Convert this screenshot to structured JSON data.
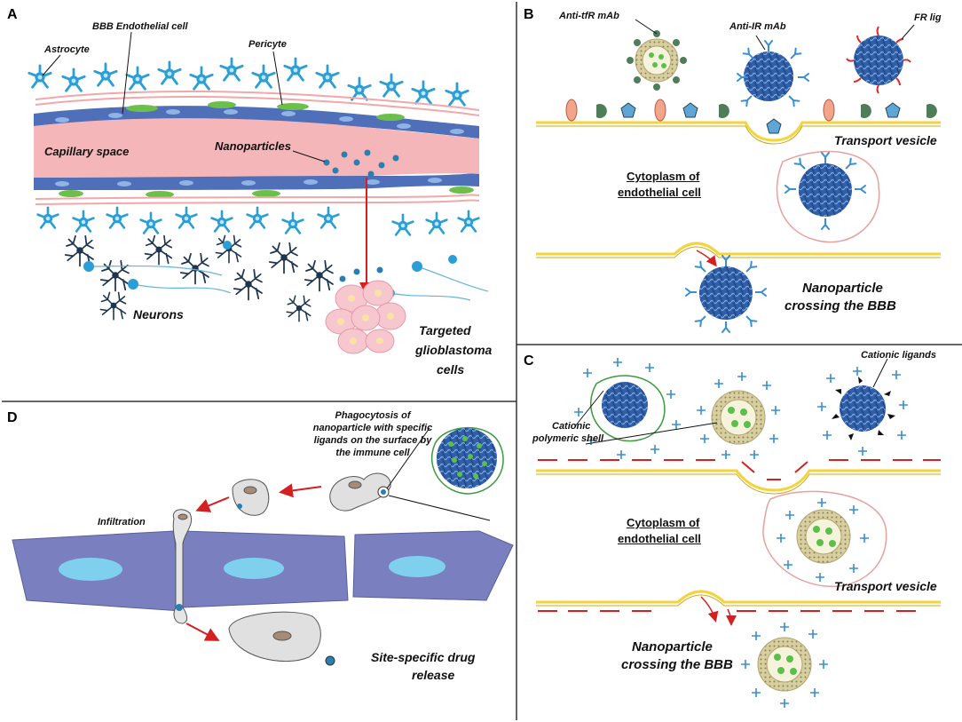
{
  "panels": {
    "a": "A",
    "b": "B",
    "c": "C",
    "d": "D"
  },
  "panel_a": {
    "astrocyte": "Astrocyte",
    "endothelial": "BBB Endothelial cell",
    "pericyte": "Pericyte",
    "capillary": "Capillary space",
    "nanoparticles": "Nanoparticles",
    "neurons": "Neurons",
    "glioblastoma_line1": "Targeted",
    "glioblastoma_line2": "glioblastoma",
    "glioblastoma_line3": "cells"
  },
  "panel_b": {
    "anti_tfr": "Anti-tfR mAb",
    "anti_ir": "Anti-IR mAb",
    "fr_lig": "FR lig",
    "transport_vesicle": "Transport vesicle",
    "cytoplasm_line1": "Cytoplasm of",
    "cytoplasm_line2": "endothelial cell",
    "crossing_line1": "Nanoparticle",
    "crossing_line2": "crossing the BBB"
  },
  "panel_c": {
    "cationic_ligands": "Cationic ligands",
    "shell_line1": "Cationic",
    "shell_line2": "polymeric shell",
    "cytoplasm_line1": "Cytoplasm of",
    "cytoplasm_line2": "endothelial cell",
    "transport_vesicle": "Transport vesicle",
    "crossing_line1": "Nanoparticle",
    "crossing_line2": "crossing the BBB"
  },
  "panel_d": {
    "phago_line1": "Phagocytosis of",
    "phago_line2": "nanoparticle with specific",
    "phago_line3": "ligands on the surface by",
    "phago_line4": "the immune cell",
    "infiltration": "Infiltration",
    "release_line1": "Site-specific drug",
    "release_line2": "release"
  },
  "colors": {
    "astrocyte": "#2a9fd6",
    "endothelial": "#4f6fb8",
    "capillary": "#f4b6b8",
    "pericyte": "#6cbf4a",
    "neuron": "#1e3550",
    "nanoparticle_core": "#2f5fa8",
    "drug": "#5cbf4a",
    "membrane": "#f5d33a",
    "arrow": "#d42020",
    "ligand": "#3a8fcf",
    "tumor": "#f7c7cf",
    "endo_cell_d": "#7a80bf",
    "nucleus_d": "#7fd0ee"
  }
}
